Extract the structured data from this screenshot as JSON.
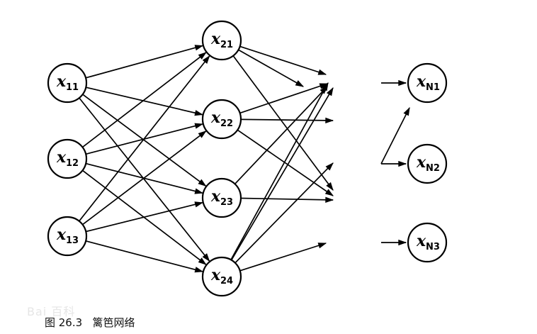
{
  "figure": {
    "caption_label": "图 26.3",
    "caption_title": "篱笆网络",
    "watermark": "Bai 百科"
  },
  "diagram": {
    "type": "trellis-network",
    "layers": [
      {
        "name": "layer-1",
        "nodes": [
          {
            "id": "x11",
            "var": "x",
            "sub": "11"
          },
          {
            "id": "x12",
            "var": "x",
            "sub": "12"
          },
          {
            "id": "x13",
            "var": "x",
            "sub": "13"
          }
        ]
      },
      {
        "name": "layer-2",
        "nodes": [
          {
            "id": "x21",
            "var": "x",
            "sub": "21"
          },
          {
            "id": "x22",
            "var": "x",
            "sub": "22"
          },
          {
            "id": "x23",
            "var": "x",
            "sub": "23"
          },
          {
            "id": "x24",
            "var": "x",
            "sub": "24"
          }
        ]
      },
      {
        "name": "layer-N",
        "nodes": [
          {
            "id": "xN1",
            "var": "x",
            "sub": "N1"
          },
          {
            "id": "xN2",
            "var": "x",
            "sub": "N2"
          },
          {
            "id": "xN3",
            "var": "x",
            "sub": "N3"
          }
        ]
      }
    ],
    "edges_full": "every node in layer-1 connects to every node in layer-2",
    "edges_partial": "layer-2 nodes emit arrows toward an elided next layer; layer-N nodes receive arrows from elided previous layer"
  }
}
